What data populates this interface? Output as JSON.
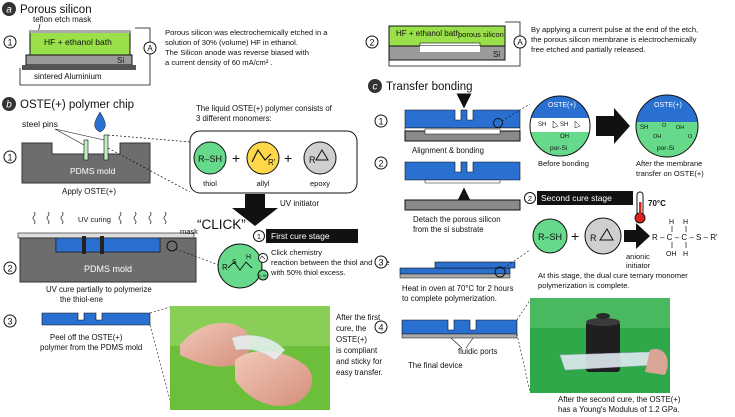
{
  "sec_a": {
    "letter": "a",
    "title": "Porous silicon"
  },
  "step_a1": {
    "num": "1",
    "mask": "teflon etch mask",
    "bath": "HF + ethanol bath",
    "si": "Si",
    "al": "sintered Aluminium",
    "amp": "A",
    "text": [
      "Porous silicon was electrochemically etched in a",
      "solution of 30% (volume) HF in ethanol.",
      "The Silicon anode was reverse biased with",
      "a current density of 60 mA/cm² ."
    ]
  },
  "step_a2": {
    "num": "2",
    "bath": "HF + ethanol bath",
    "porous": "porous silicon",
    "si": "Si",
    "amp": "A",
    "text": [
      "By applying a current pulse at the end of the etch,",
      "the porous silicon membrane is electrochemically",
      "free etched and partially released."
    ]
  },
  "sec_b": {
    "letter": "b",
    "title": "OSTE(+) polymer chip"
  },
  "step_b1": {
    "num": "1",
    "pins": "steel pins",
    "mold": "PDMS mold",
    "apply": "Apply OSTE(+)",
    "liquid": [
      "The liquid OSTE(+) polymer consists of",
      "3 different monomers:"
    ],
    "thiol": "thiol",
    "allyl": "allyl",
    "epoxy": "epoxy",
    "rsh": "R–SH",
    "rr": "R'",
    "r": "R",
    "uv_init": "UV initiator",
    "click": "“CLICK”"
  },
  "step_b2": {
    "num": "2",
    "uvcuring": "UV curing",
    "mask": "mask",
    "mold": "PDMS mold",
    "caption": [
      "UV cure partially to polymerize",
      "the thiol-ene"
    ],
    "stage_num": "1",
    "stage": "First cure stage",
    "click_text": [
      "Click chemistry",
      "reaction between the thiol and -ene",
      "with 50% thiol excess."
    ],
    "s": "S",
    "h": "H",
    "r": "R",
    "small_rsh": "R–SH"
  },
  "step_b3": {
    "num": "3",
    "caption": [
      "Peel off the OSTE(+)",
      "polymer from the PDMS mold"
    ],
    "text": [
      "After the first",
      "cure, the",
      "OSTE(+)",
      "is compliant",
      "and sticky for",
      "easy transfer."
    ]
  },
  "sec_c": {
    "letter": "c",
    "title": "Transfer bonding"
  },
  "step_c1": {
    "num": "1",
    "caption": "Alignment & bonding",
    "before": "Before bonding",
    "after": [
      "After the membrane",
      "transfer on OSTE(+)"
    ],
    "oste": "OSTE(+)",
    "porsi": "por-Si",
    "sh": "SH",
    "oh": "OH",
    "o": "O"
  },
  "step_c2": {
    "num": "2",
    "caption": [
      "Detach the porous silicon",
      "from the si substrate"
    ],
    "stage_num": "2",
    "stage": "Second cure stage",
    "temp": "70°C"
  },
  "step_c3": {
    "num": "3",
    "caption": [
      "Heat in oven at 70°C for 2 hours",
      "to complete polymerization."
    ],
    "rsh": "R–SH",
    "r": "R",
    "anionic": [
      "anionic",
      "initiator"
    ],
    "product": "R – C – C – S – R'",
    "h": "H",
    "oh": "OH",
    "text": [
      "At this stage, the dual cure ternary monomer",
      "polymerization is complete."
    ]
  },
  "step_c4": {
    "num": "4",
    "ports": "fluidic ports",
    "device": "The final device",
    "text": [
      "After the second cure, the OSTE(+)",
      "has a Young's Modulus of 1.2 GPa."
    ]
  },
  "colors": {
    "green": "#99e04a",
    "blue": "#2a70d0",
    "gray": "#8a8a8a",
    "dark": "#5a5a5a",
    "lightgreen": "#66d98a"
  }
}
